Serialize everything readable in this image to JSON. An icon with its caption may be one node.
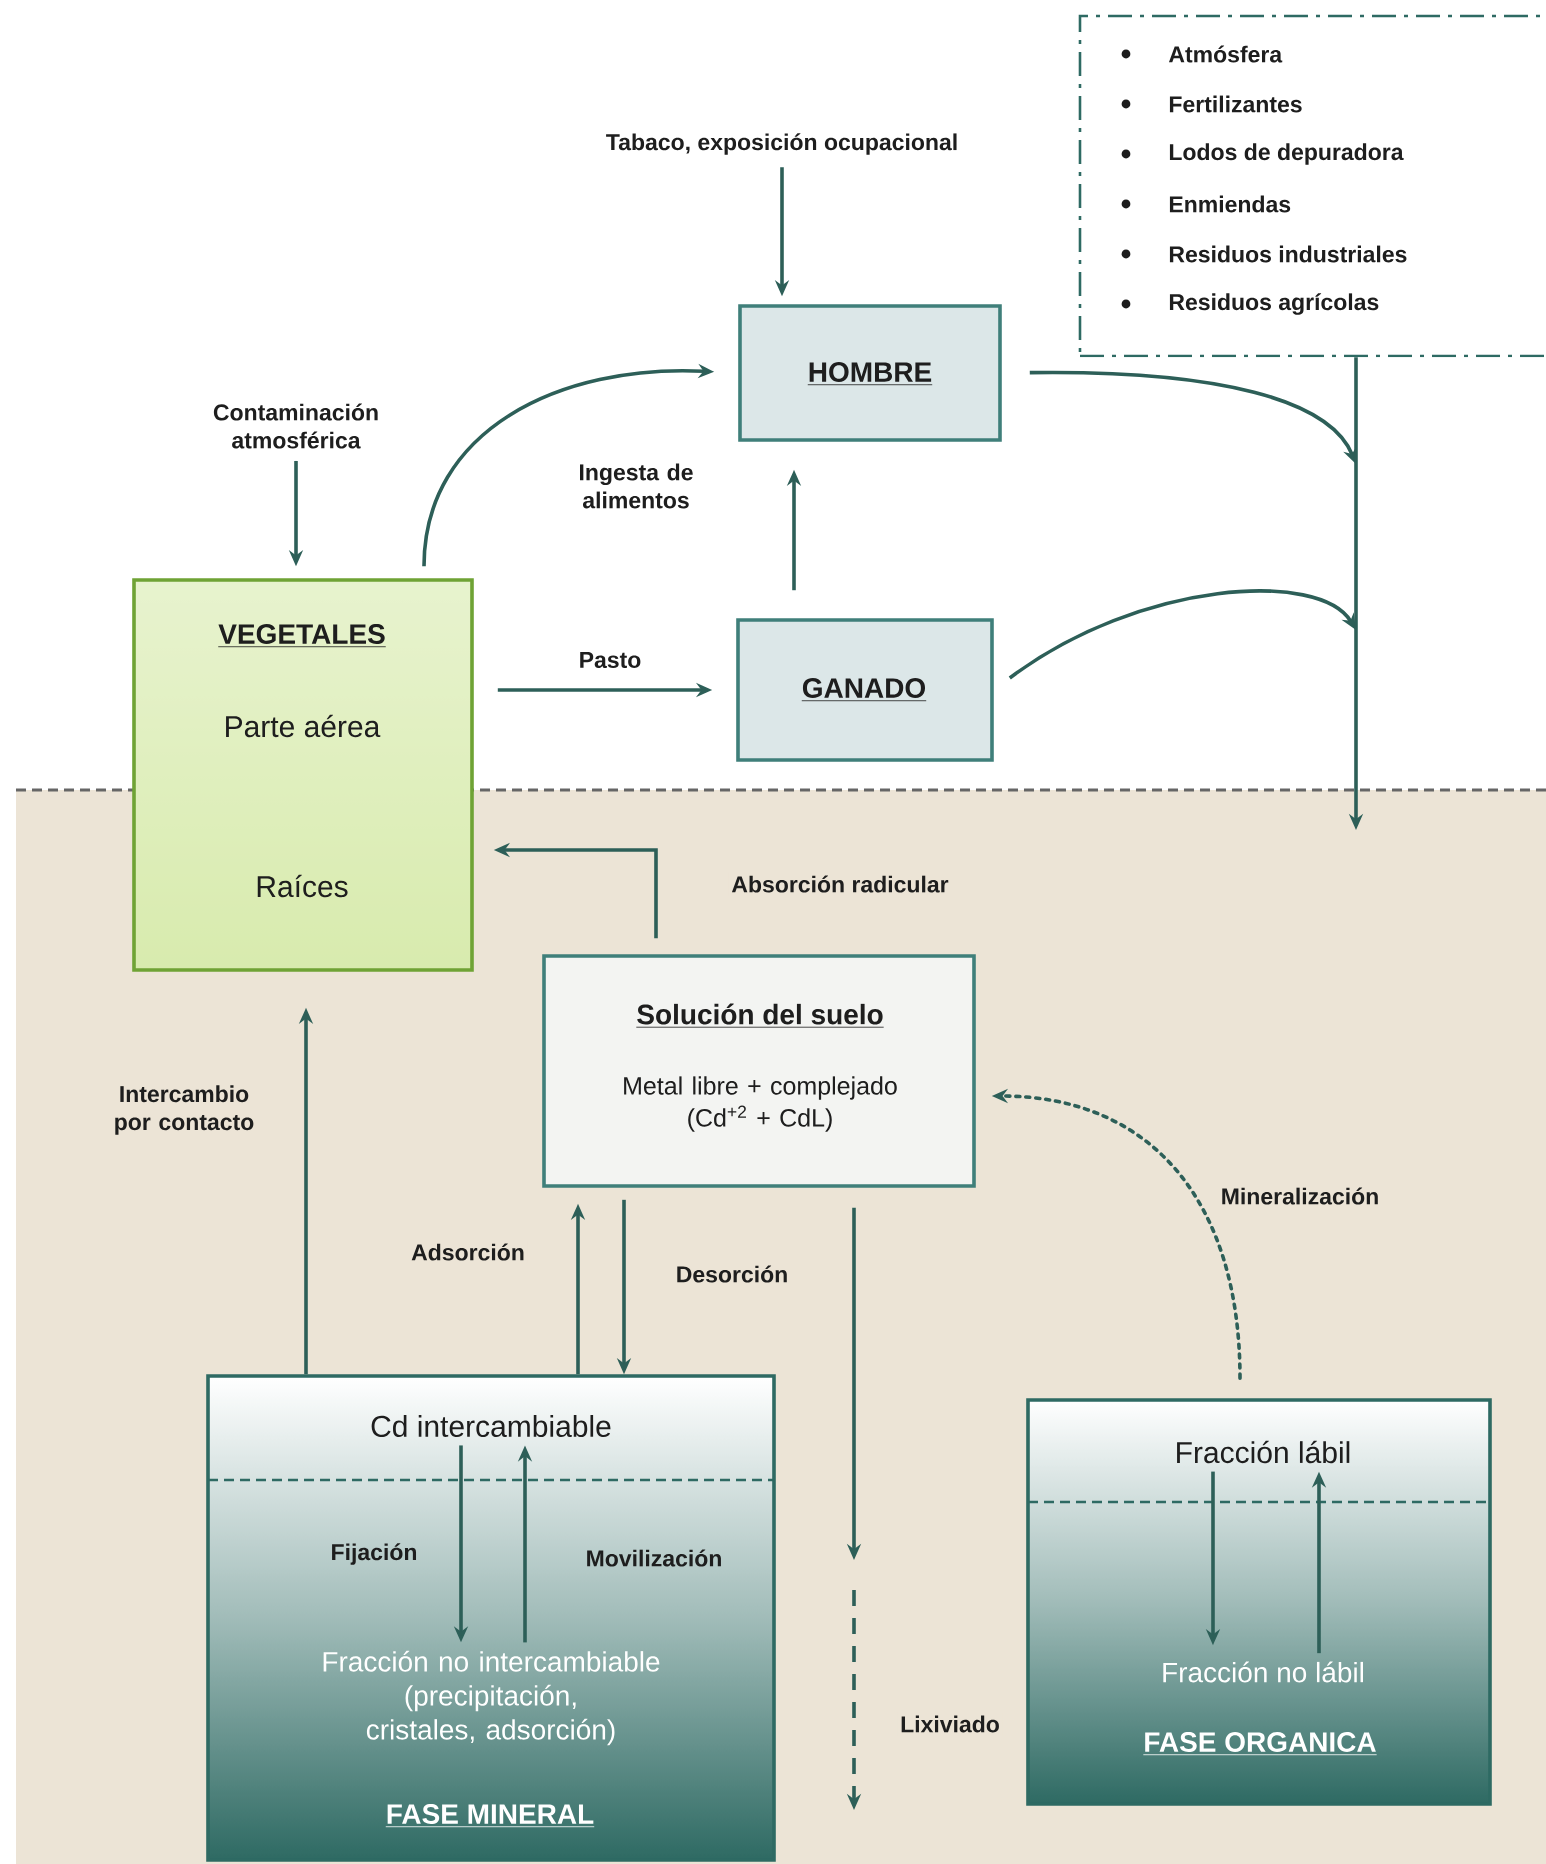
{
  "diagram": {
    "nodes": [
      {
        "text": [
          "Tabaco, exposición ocupacional"
        ]
      },
      {
        "text": [
          "Atmósfera",
          "Fertilizantes",
          "Lodos de depuradora",
          "Enmiendas",
          "Residuos industriales",
          "Residuos agrícolas"
        ]
      },
      {
        "text": [
          "HOMBRE"
        ]
      },
      {
        "text": [
          "Contaminación atmosférica"
        ]
      },
      {
        "text": [
          "VEGETALES",
          "Parte aérea",
          "Raíces"
        ]
      },
      {
        "text": [
          "GANADO"
        ]
      },
      {
        "text": [
          "Solución del suelo",
          "Metal libre + complejado (Cd$^{+2}$ + CdL)"
        ]
      },
      {
        "text": [
          "FASE MINERAL"
        ]
      },
      {
        "text": [
          "Cd intercambiable"
        ],
        "in": 7
      },
      {
        "text": [
          "Fracción no intercambiable (precipitación, cristales, adsorción)"
        ],
        "in": 7
      },
      {
        "text": [
          "FASE ORGANICA"
        ]
      },
      {
        "text": [
          "Fracción lábil"
        ],
        "in": 10
      },
      {
        "text": [
          "Fracción no lábil"
        ],
        "in": 10
      }
    ],
    "edges": [
      {
        "from": 0,
        "to": 2,
        "arrow": "to"
      },
      {
        "from": 3,
        "to": 4,
        "arrow": "to"
      },
      {
        "from": 4,
        "to": 2,
        "arrow": "to"
      },
      {
        "from": 4,
        "to": 5,
        "arrow": "to",
        "label": "Pasto"
      },
      {
        "from": 5,
        "to": 2,
        "arrow": "to",
        "label": "Ingesta de alimentos"
      },
      {
        "from": 2,
        "to": null,
        "arrow": "to"
      },
      {
        "from": 5,
        "to": null,
        "arrow": "to"
      },
      {
        "from": 1,
        "to": null,
        "arrow": "to"
      },
      {
        "from": 6,
        "to": 4,
        "arrow": "to",
        "label": "Absorción radicular"
      },
      {
        "from": 7,
        "to": 4,
        "arrow": "to",
        "label": "Intercambio por contacto"
      },
      {
        "from": 7,
        "to": 6,
        "arrow": "to",
        "label": "Adsorción"
      },
      {
        "from": 6,
        "to": 7,
        "arrow": "to",
        "label": "Desorción"
      },
      {
        "from": 6,
        "to": null,
        "arrow": "to",
        "label": "Lixiviado"
      },
      {
        "from": 8,
        "to": 9,
        "arrow": "to",
        "label": "Fijación"
      },
      {
        "from": 9,
        "to": 8,
        "arrow": "to",
        "label": "Movilización"
      },
      {
        "from": 11,
        "to": 12,
        "arrow": "to"
      },
      {
        "from": 12,
        "to": 11,
        "arrow": "to"
      },
      {
        "from": 10,
        "to": 6,
        "arrow": "to",
        "label": "Mineralización",
        "style": "dashed"
      }
    ]
  }
}
